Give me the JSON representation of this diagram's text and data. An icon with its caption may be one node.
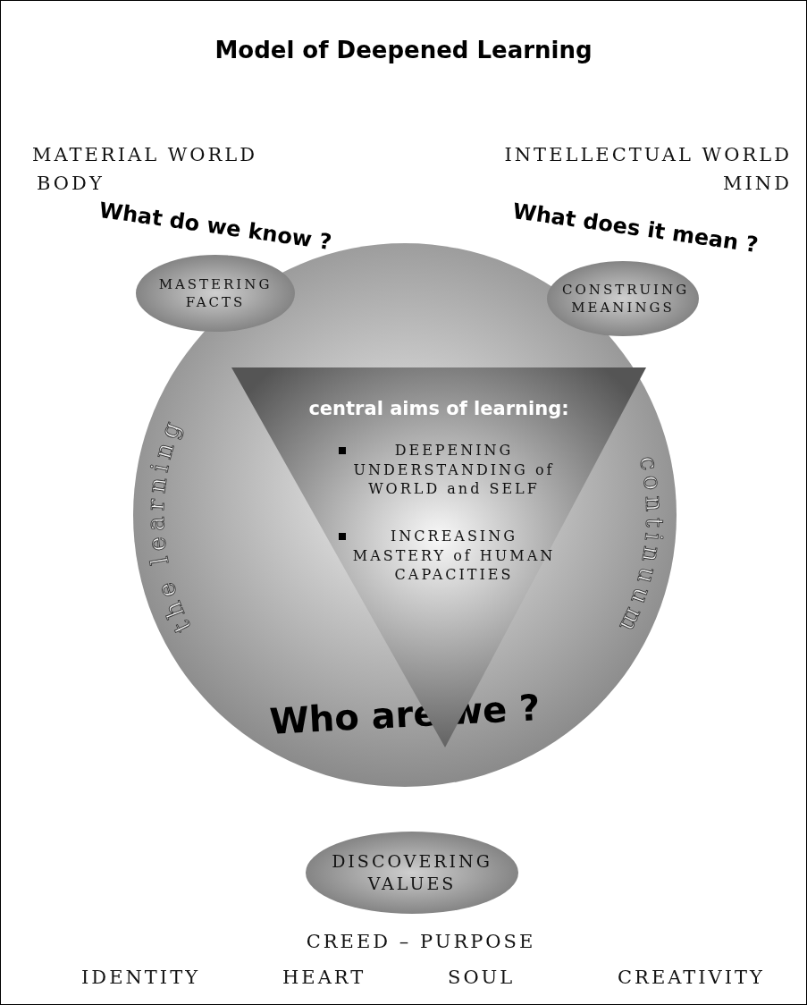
{
  "diagram": {
    "title": "Model of Deepened Learning",
    "nodes": [
      {
        "text": [
          "the learning",
          "continuum",
          "Who are we ?"
        ]
      },
      {
        "text": [
          "What do we know ?",
          "MASTERING FACTS"
        ]
      },
      {
        "text": [
          "What does it mean ?",
          "CONSTRUING MEANINGS"
        ]
      },
      {
        "text": [
          "central aims of learning:",
          "DEEPENING UNDERSTANDING of WORLD and SELF",
          "INCREASING MASTERY of HUMAN CAPACITIES"
        ],
        "in": 0
      },
      {
        "text": [
          "DISCOVERING VALUES"
        ]
      }
    ],
    "labels": [
      "MATERIAL WORLD",
      "INTELLECTUAL WORLD",
      "BODY",
      "MIND",
      "CREED – PURPOSE",
      "IDENTITY",
      "HEART",
      "SOUL",
      "CREATIVITY"
    ]
  }
}
